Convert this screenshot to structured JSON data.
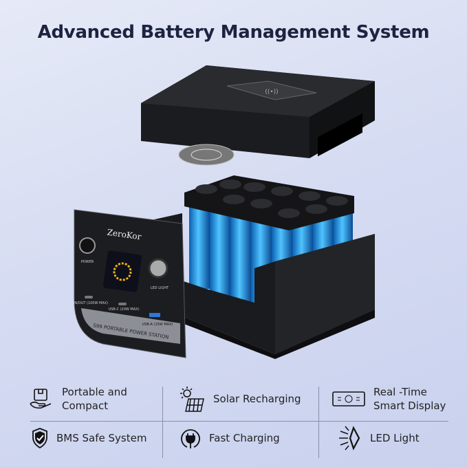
{
  "title": "Advanced Battery Management System",
  "product": {
    "brand": "ZeroKor",
    "model_label": "S99 PORTABLE POWER STATION",
    "ports": [
      "POWER",
      "LED LIGHT",
      "IN/OUT (100W MAX)",
      "USB-C (20W MAX)",
      "USB-A (15W MAX)"
    ]
  },
  "features": [
    {
      "icon": "hand-box-icon",
      "label": "Portable and",
      "label2": "Compact"
    },
    {
      "icon": "solar-panel-icon",
      "label": "Solar Recharging"
    },
    {
      "icon": "display-icon",
      "label": "Real -Time",
      "label2": "Smart Display"
    },
    {
      "icon": "shield-check-icon",
      "label": "BMS Safe System"
    },
    {
      "icon": "plug-icon",
      "label": "Fast Charging"
    },
    {
      "icon": "led-light-icon",
      "label": "LED Light"
    }
  ],
  "colors": {
    "title": "#1d2340",
    "battery": "#2aa6e8",
    "housing": "#1c1d20"
  }
}
